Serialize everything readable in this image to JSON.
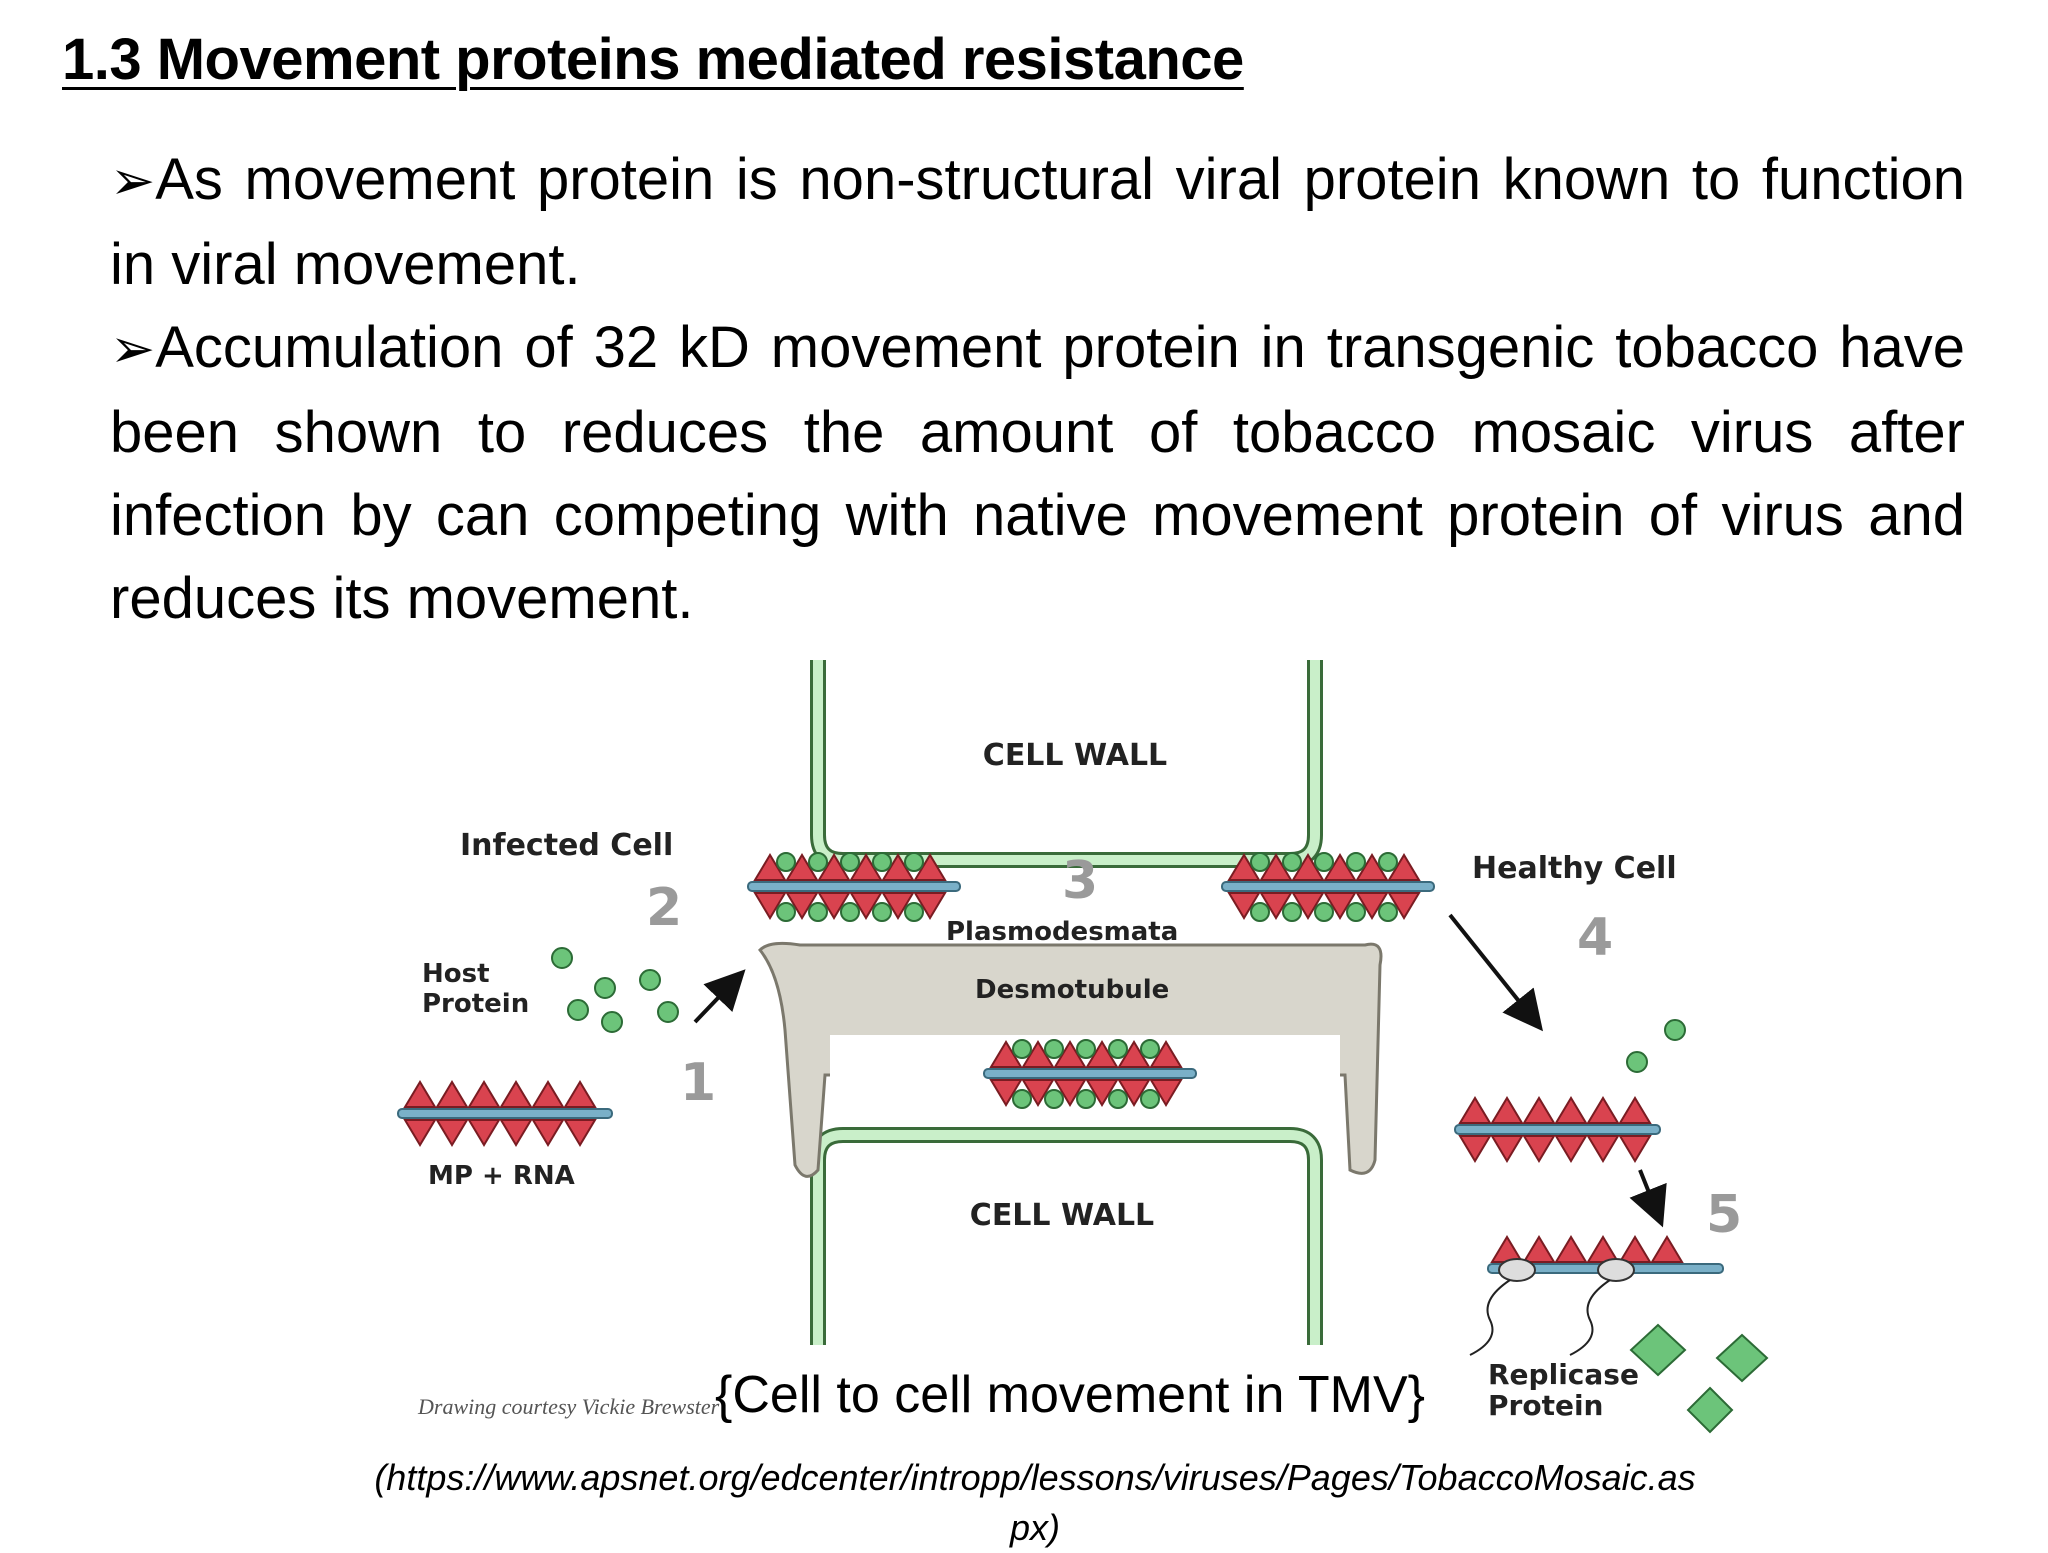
{
  "slide": {
    "title": "1.3 Movement proteins mediated resistance",
    "bullet_symbol": "➢",
    "bullets": [
      "As movement protein is non-structural viral protein known to function in viral movement.",
      "Accumulation of 32 kD movement protein in transgenic tobacco have been shown to reduces the amount of tobacco mosaic virus after infection by can competing with native movement protein of virus and reduces its movement."
    ]
  },
  "figure": {
    "labels": {
      "cell_wall_top": "CELL WALL",
      "cell_wall_bottom": "CELL WALL",
      "infected_cell": "Infected Cell",
      "healthy_cell": "Healthy Cell",
      "plasmodesmata": "Plasmodesmata",
      "desmotubule": "Desmotubule",
      "host_protein_line1": "Host",
      "host_protein_line2": "Protein",
      "mp_rna": "MP + RNA",
      "replicase_line1": "Replicase",
      "replicase_line2": "Protein",
      "credit": "Drawing courtesy Vickie Brewster"
    },
    "steps": [
      "1",
      "2",
      "3",
      "4",
      "5"
    ],
    "colors": {
      "cell_wall": "#c9efc9",
      "cell_wall_edge": "#3a6b3a",
      "desmotubule": "#d8d6cc",
      "mp_triangle": "#d9434f",
      "protein": "#6cc47a",
      "rna": "#7ab0c8"
    }
  },
  "caption": "{Cell to cell movement in TMV}",
  "source": "(https://www.apsnet.org/edcenter/intropp/lessons/viruses/Pages/TobaccoMosaic.aspx)"
}
